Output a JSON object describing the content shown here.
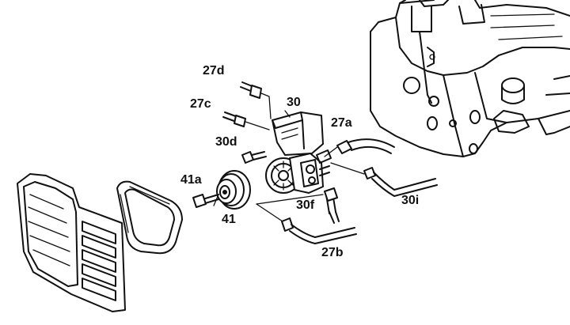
{
  "labels": {
    "c27d": "27d",
    "c27c": "27c",
    "c30": "30",
    "c27a": "27a",
    "c30d": "30d",
    "c41a": "41a",
    "c41": "41",
    "c30f": "30f",
    "c30i": "30i",
    "c27b": "27b"
  }
}
